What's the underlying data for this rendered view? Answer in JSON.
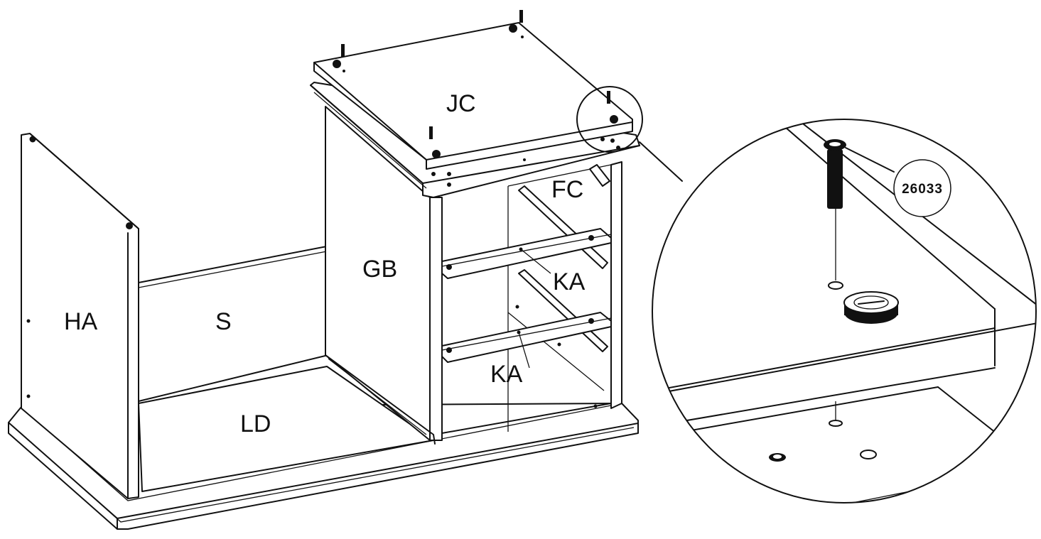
{
  "diagram": {
    "part_labels": {
      "ha": "HA",
      "s": "S",
      "ld": "LD",
      "gb": "GB",
      "jc": "JC",
      "fc": "FC",
      "ka_upper": "KA",
      "ka_lower": "KA"
    },
    "hardware_callout": "26033"
  }
}
